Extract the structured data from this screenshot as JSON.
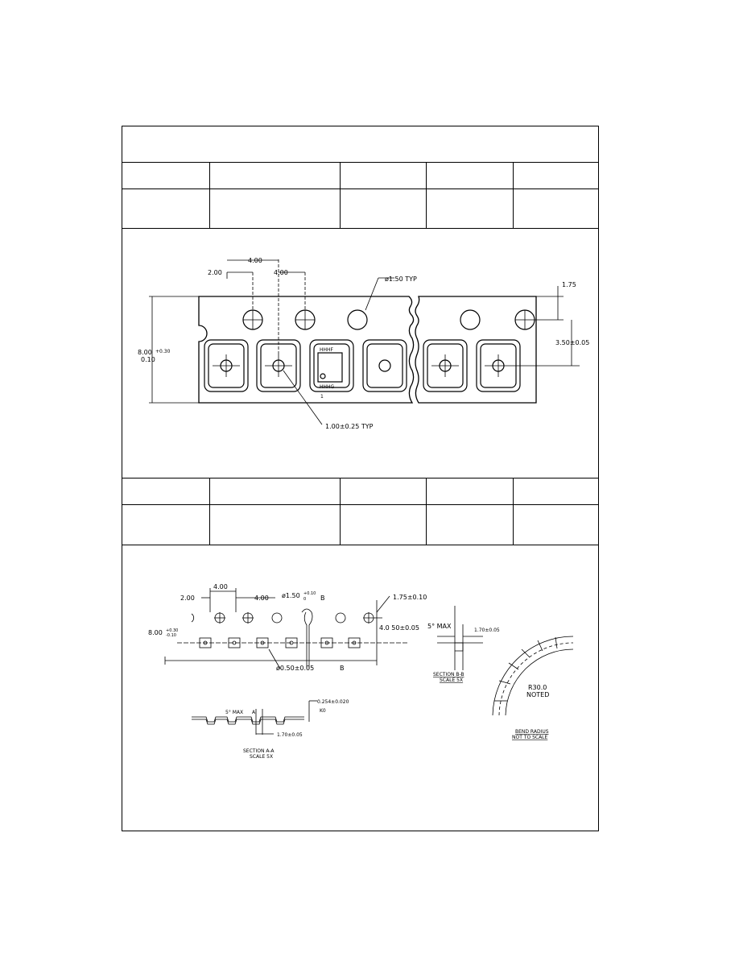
{
  "drawing1": {
    "pitch_sprocket": "4.00",
    "offset_first": "2.00",
    "pitch_pocket": "4.00",
    "hole_dia": "ø1.50 TYP",
    "edge_to_hole": "1.75",
    "width_label_top": "8.00",
    "width_label_tol_up": "+0.30",
    "width_label_tol_dn": "0.10",
    "pocket_center": "3.50±0.05",
    "center_hole": "1.00±0.25 TYP",
    "ic_marks_top": "HHHF",
    "ic_marks_bottom": "HHHG",
    "pin_mark": "1"
  },
  "drawing2": {
    "offset_first": "2.00",
    "pitch_sprocket": "4.00",
    "pitch_pocket": "4.00",
    "hole_dia": "ø1.50",
    "hole_tol_up": "+0.10",
    "hole_tol_dn": "0",
    "edge_to_hole": "1.75±0.10",
    "width": "8.00",
    "width_tol_up": "+0.30",
    "width_tol_dn": "-0.10",
    "pocket_center": "4.0 50±0.05",
    "pocket_hole": "ø0.50±0.05",
    "label_b1": "B",
    "label_b2": "B",
    "label_a": "A",
    "angle_b": "5° MAX",
    "depth_b": "1.70±0.05",
    "section_b_title": "SECTION B-B",
    "section_b_scale": "SCALE 5X",
    "angle_a": "5° MAX",
    "thickness": "0.254±0.020",
    "k0": "K0",
    "depth_a": "1.70±0.05",
    "section_a_title": "SECTION A-A",
    "section_a_scale": "SCALE 5X",
    "bend_radius_value": "R30.0",
    "bend_radius_note": "NOTED",
    "bend_title_1": "BEND RADIUS",
    "bend_title_2": "NOT TO SCALE"
  }
}
